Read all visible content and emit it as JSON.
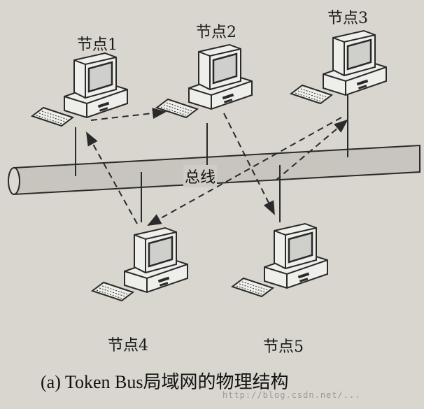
{
  "nodes": [
    {
      "label": "节点1"
    },
    {
      "label": "节点2"
    },
    {
      "label": "节点3"
    },
    {
      "label": "节点4"
    },
    {
      "label": "节点5"
    }
  ],
  "bus_label": "总线",
  "caption": "(a) Token Bus局域网的物理结构",
  "watermark": "http://blog.csdn.net/...",
  "colors": {
    "background": "#d9d6cf",
    "line": "#2a2a2a",
    "computer_fill": "#eeeeea",
    "screen": "#cfd0cc"
  }
}
